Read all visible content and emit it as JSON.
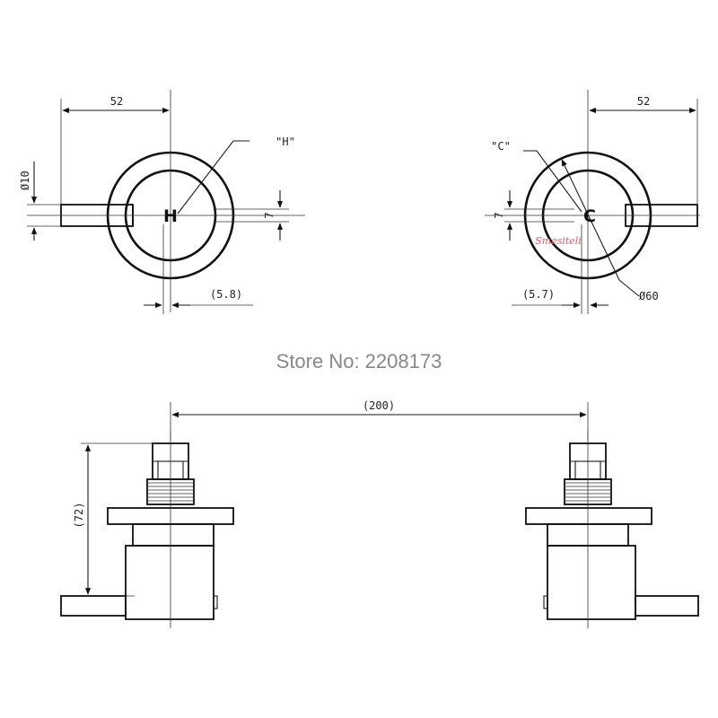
{
  "store_label": "Store No: 2208173",
  "watermark": "Smesiteli",
  "left_view": {
    "width_dim": "52",
    "diameter_dim": "Ø10",
    "handle_dim": "7",
    "offset_dim": "(5.8)",
    "callout": "\"H\"",
    "letter": "H"
  },
  "right_view": {
    "width_dim": "52",
    "diameter_dim": "Ø60",
    "handle_dim": "7",
    "offset_dim": "(5.7)",
    "callout": "\"C\"",
    "letter": "C"
  },
  "side_view": {
    "spacing_dim": "(200)",
    "height_dim": "(72)"
  },
  "colors": {
    "line": "#111111",
    "store_text": "#888888",
    "watermark": "#e35a6a"
  }
}
